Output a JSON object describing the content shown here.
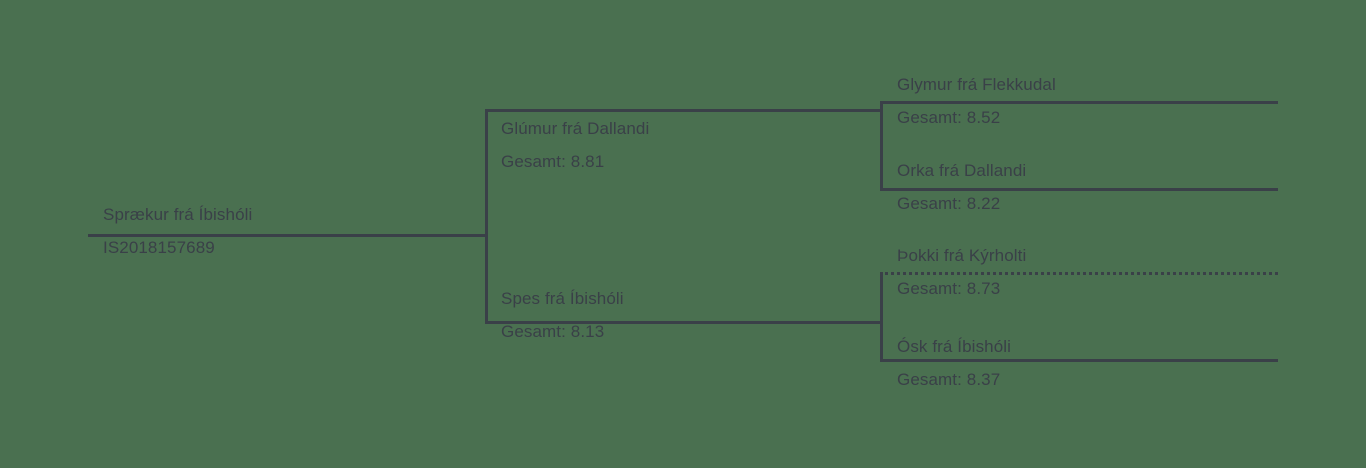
{
  "chart": {
    "type": "pedigree",
    "title": "",
    "background_color": "#4a7050",
    "line_color": "#3a4048",
    "text_color": "#3a4048",
    "score_label": "Gesamt",
    "generations": 3,
    "root": {
      "name": "Sprækur frá Íbishóli",
      "id": "IS2018157689"
    },
    "generation2": [
      {
        "name": "Glúmur frá Dallandi",
        "score": "Gesamt: 8.81"
      },
      {
        "name": "Spes frá Íbishóli",
        "score": "Gesamt: 8.13"
      }
    ],
    "generation3": [
      {
        "name": "Glymur frá Flekkudal",
        "score": "Gesamt: 8.52"
      },
      {
        "name": "Orka frá Dallandi",
        "score": "Gesamt: 8.22"
      },
      {
        "name": "Þokki frá Kýrholti",
        "score": "Gesamt: 8.73"
      },
      {
        "name": "Ósk frá Íbishóli",
        "score": "Gesamt: 8.37"
      }
    ]
  }
}
